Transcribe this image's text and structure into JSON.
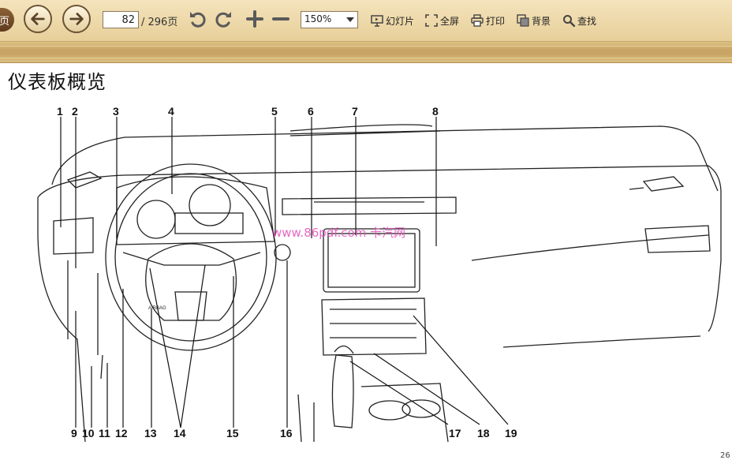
{
  "toolbar": {
    "prev_label": "页",
    "page_current": "82",
    "page_total": "/ 296页",
    "zoom": "150%",
    "slideshow": "幻灯片",
    "fullscreen": "全屏",
    "print": "打印",
    "background": "背景",
    "search": "查找"
  },
  "page": {
    "title": "仪表板概览",
    "watermark": "www.86pdf.com 卡汽网",
    "page_number_partial": "26"
  },
  "diagram": {
    "airbag_text": "AIRBAG",
    "top_labels": [
      "1",
      "2",
      "3",
      "4",
      "5",
      "6",
      "7",
      "8"
    ],
    "bottom_labels": [
      "9",
      "10",
      "11",
      "12",
      "13",
      "14",
      "15",
      "16",
      "17",
      "18",
      "19"
    ]
  }
}
